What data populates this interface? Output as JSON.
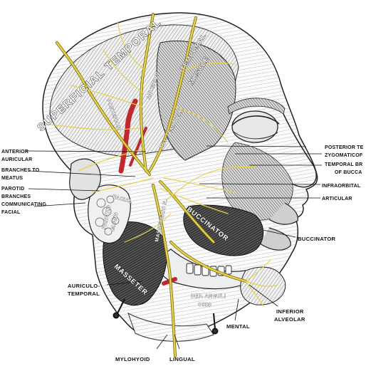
{
  "labels_left": {
    "anterior": "ANTERIOR",
    "auricular": "AURICULAR",
    "branches_to": "BRANCHES TO",
    "meatus": "MEATUS",
    "parotid": "PAROTID",
    "branches": "BRANCHES",
    "communicating": "COMMUNICATING",
    "facial": "FACIAL"
  },
  "labels_right": {
    "posterior_temporal": "POSTERIOR TE",
    "zygomatico": "ZYGOMATICOF",
    "temporal_branch": "TEMPORAL BR",
    "of_buccal": "OF BUCCA",
    "infraorbital": "INFRAORBITAL",
    "articular": "ARTICULAR",
    "buccinator": "BUCCINATOR",
    "inferior": "INFERIOR",
    "alveolar": "ALVEOLAR",
    "mental": "MENTAL"
  },
  "labels_bottom": {
    "auriculo": "AURICULO-",
    "temporal": "TEMPORAL",
    "mylohyoid": "MYLOHYOID",
    "lingual": "LINGUAL"
  },
  "labels_inside": {
    "superficial_temporal": "SUPERFICIAL TEMPORAL",
    "temporal_muscle_1": "TEMPORAL",
    "temporal_muscle_2": "MUSCLE",
    "posterior": "POSTERIOR",
    "anterior_v": "ANTERIOR",
    "ant_temporal": "ANT. TEMPORAL",
    "facial_in": "FACIAL",
    "parotid_1": "PAROTID",
    "parotid_2": "GLAND",
    "masseteric": "MASSETERIC N.",
    "masseter": "MASSETER",
    "buccinator_in": "BUCCINATOR",
    "dep_anguli_1": "DEP. ANGULI",
    "dep_anguli_2": "ORIS"
  },
  "colors": {
    "nerve": "#e6d24a",
    "artery": "#c0282d",
    "ink": "#111111",
    "paper": "#ffffff"
  }
}
